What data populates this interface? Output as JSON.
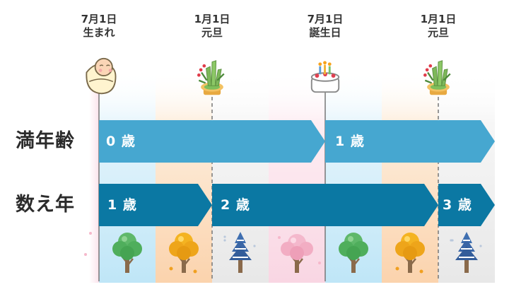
{
  "timeline_headers": [
    {
      "date": "7月1日",
      "event": "生まれ"
    },
    {
      "date": "1月1日",
      "event": "元旦"
    },
    {
      "date": "7月1日",
      "event": "誕生日"
    },
    {
      "date": "1月1日",
      "event": "元旦"
    }
  ],
  "rows": [
    {
      "label": "満年齢",
      "bars": [
        {
          "age": "0 歳"
        },
        {
          "age": "1 歳"
        }
      ]
    },
    {
      "label": "数え年",
      "bars": [
        {
          "age": "1 歳"
        },
        {
          "age": "2 歳"
        },
        {
          "age": "3 歳"
        }
      ]
    }
  ],
  "icons": {
    "top": [
      "baby-icon",
      "kadomatsu-icon",
      "birthday-cake-icon",
      "kadomatsu-icon"
    ],
    "seasons": [
      "green-tree-icon",
      "autumn-tree-icon",
      "snowy-pine-icon",
      "cherry-blossom-tree-icon",
      "green-tree-icon",
      "autumn-tree-icon",
      "snowy-pine-icon"
    ]
  },
  "colors": {
    "man_nenrei_bar": "#46a7d0",
    "kazoedoshi_bar": "#0b78a3",
    "summer_bg": "#d6effb",
    "autumn_bg": "#fde5cf",
    "winter_bg": "#f0f0f0",
    "spring_bg": "#fbe3ec",
    "event_line": "#777777"
  }
}
